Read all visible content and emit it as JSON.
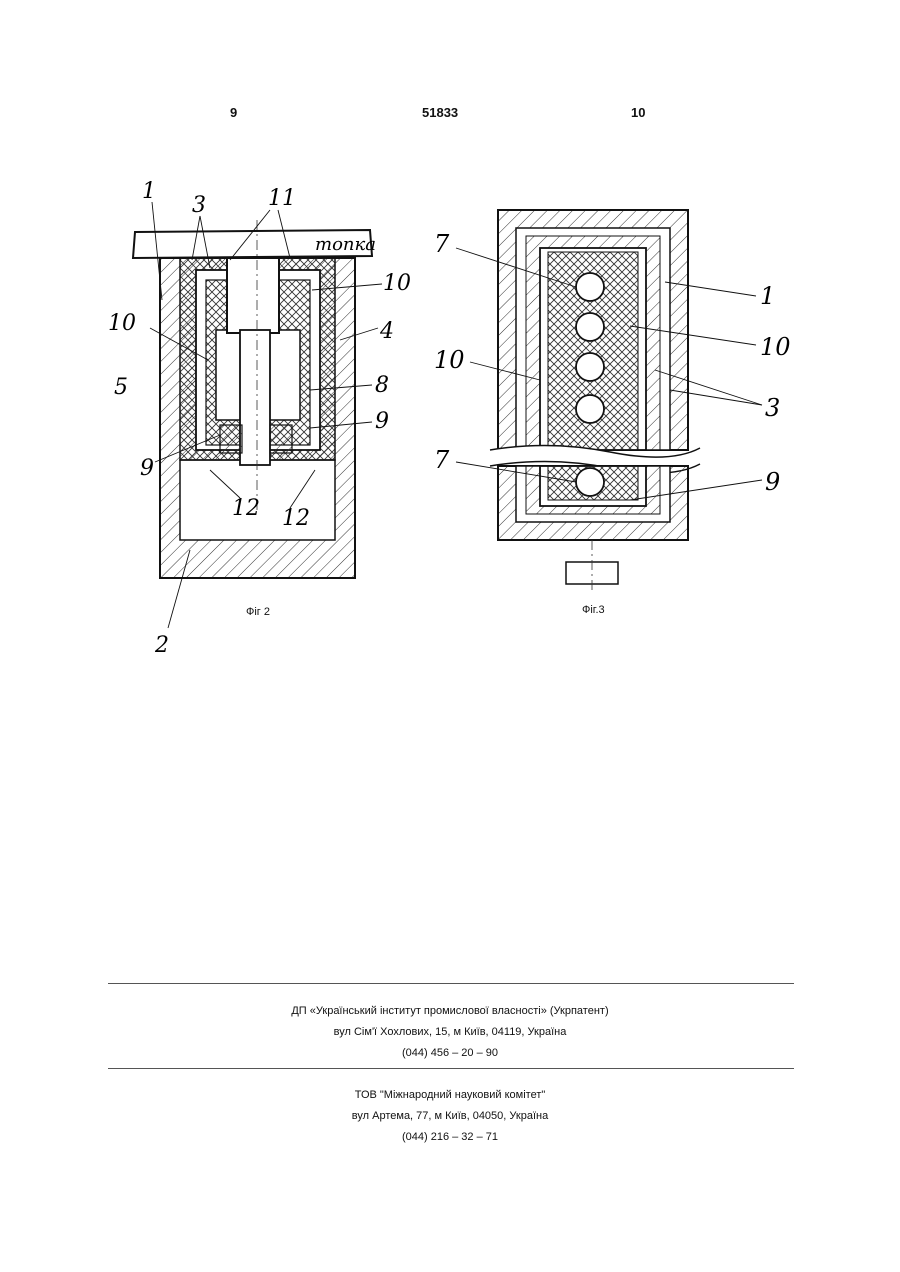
{
  "header": {
    "left_page": "9",
    "patent_number": "51833",
    "right_page": "10"
  },
  "figures": {
    "fig2": {
      "caption": "Фіг 2",
      "furnace_label": "топка",
      "callouts": [
        "1",
        "3",
        "11",
        "10",
        "4",
        "10",
        "5",
        "9",
        "8",
        "9",
        "12",
        "12",
        "2"
      ]
    },
    "fig3": {
      "caption": "Фіг.3",
      "callouts": [
        "7",
        "1",
        "10",
        "10",
        "3",
        "7",
        "9"
      ]
    }
  },
  "footer": {
    "org1_name": "ДП «Український інститут промислової власності» (Укрпатент)",
    "org1_address": "вул  Сім'ї Хохлових, 15, м  Київ, 04119, Україна",
    "org1_phone": "(044) 456 – 20 –  90",
    "org2_name": "ТОВ \"Міжнародний науковий комітет\"",
    "org2_address": "вул  Артема, 77, м  Київ, 04050, Україна",
    "org2_phone": "(044) 216 – 32 – 71"
  }
}
